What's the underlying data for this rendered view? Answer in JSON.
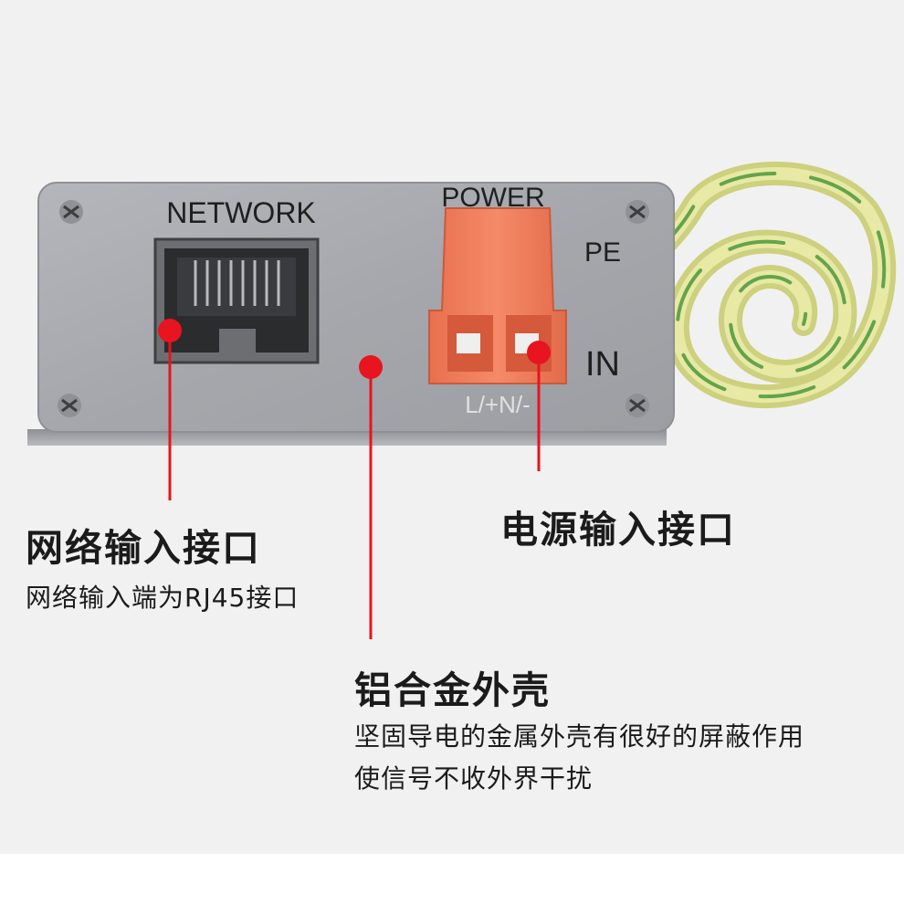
{
  "panel": {
    "network_label": "NETWORK",
    "power_label": "POWER",
    "pe_label": "PE",
    "in_label": "IN",
    "terminal_label": "L/+N/-"
  },
  "callouts": {
    "network": {
      "title": "网络输入接口",
      "desc": "网络输入端为RJ45接口"
    },
    "power": {
      "title": "电源输入接口"
    },
    "housing": {
      "title": "铝合金外壳",
      "desc_line1": "坚固导电的金属外壳有很好的屏蔽作用",
      "desc_line2": "使信号不收外界干扰"
    }
  },
  "colors": {
    "background": "#f1f1f2",
    "panel": "#a9abb0",
    "terminal": "#ef7f5d",
    "marker": "#e8141f",
    "wire": "#d6d98a",
    "wire_stripe": "#63a44a"
  }
}
